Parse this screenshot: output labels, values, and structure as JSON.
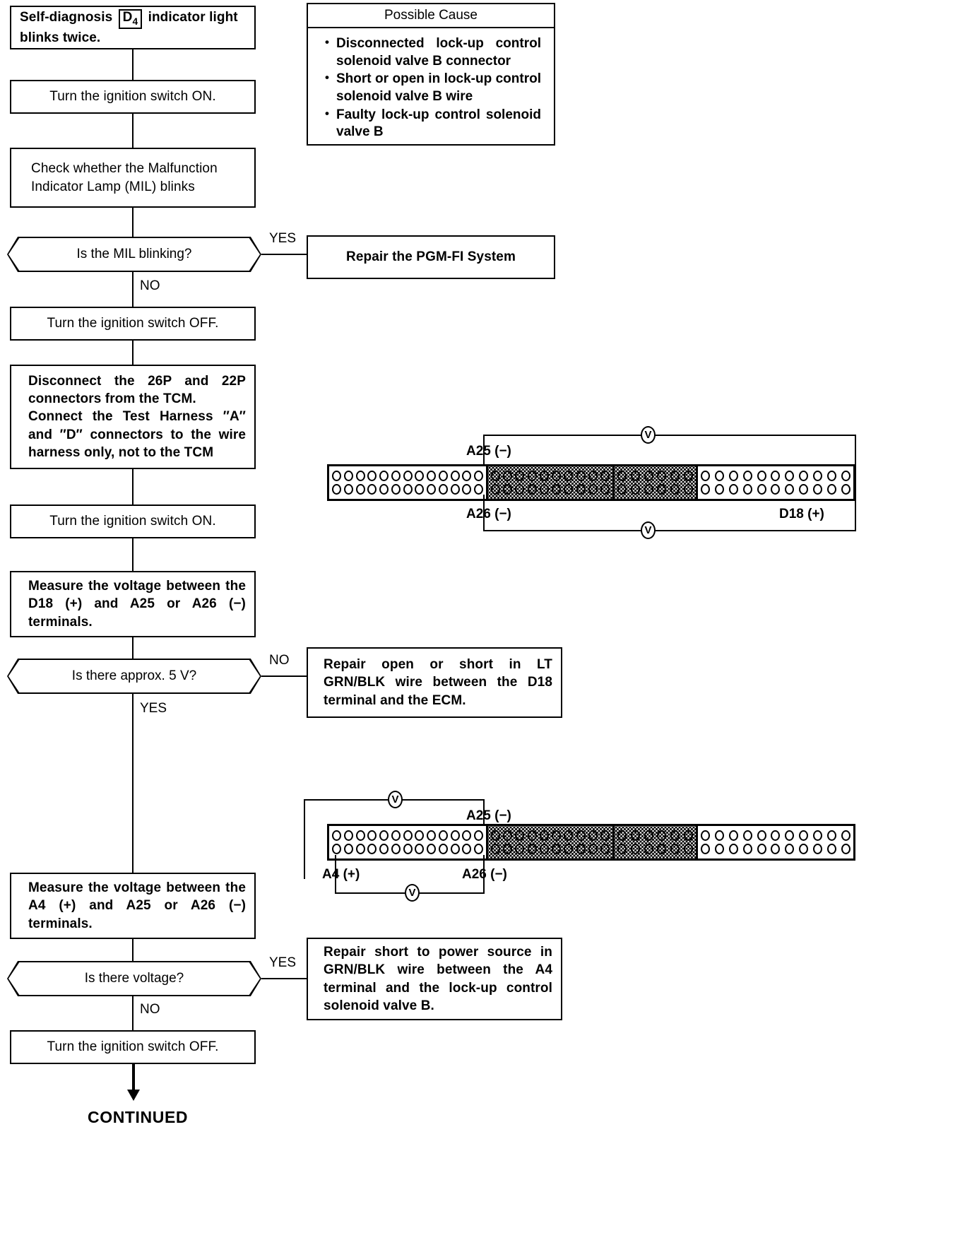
{
  "document": {
    "type": "troubleshooting-flowchart",
    "title": "Self-diagnosis D4 indicator light blinks twice"
  },
  "possible_cause": {
    "heading": "Possible Cause",
    "items": [
      "Disconnected lock-up control solenoid valve B connector",
      "Short or open in lock-up control solenoid valve B wire",
      "Faulty lock-up control solenoid valve B"
    ]
  },
  "steps": {
    "start_prefix": "Self-diagnosis",
    "start_chip": "D",
    "start_chip_sub": "4",
    "start_suffix": "indicator light blinks twice.",
    "ign_on_1": "Turn the ignition switch ON.",
    "check_mil": "Check whether the Malfunction Indicator Lamp (MIL) blinks",
    "ign_off_1": "Turn the ignition switch OFF.",
    "disconnect": "Disconnect the 26P and 22P connectors from the TCM.\nConnect the Test Harness ″A″ and ″D″ connectors to the wire harness only, not to the TCM",
    "ign_on_2": "Turn the ignition switch ON.",
    "measure_d18": "Measure the voltage between the D18 (+) and A25 or A26 (−) terminals.",
    "measure_a4": "Measure the voltage between the A4 (+) and A25 or A26 (−) terminals.",
    "ign_off_2": "Turn the ignition switch OFF.",
    "continued": "CONTINUED"
  },
  "decisions": {
    "mil_blinking": "Is the MIL blinking?",
    "approx_5v": "Is there approx. 5 V?",
    "is_there_voltage": "Is there voltage?"
  },
  "branch_labels": {
    "yes": "YES",
    "no": "NO"
  },
  "results": {
    "repair_pgmfi": "Repair the PGM-FI System",
    "repair_ltgrn": "Repair open or short in LT GRN/BLK wire between the D18 terminal and the ECM.",
    "repair_grnblk": "Repair short to power source in GRN/BLK wire between the A4 terminal and the lock-up control solenoid valve B."
  },
  "connector_top": {
    "terminal_a25": "A25 (−)",
    "terminal_a26": "A26 (−)",
    "terminal_d18": "D18 (+)",
    "meter_symbol": "V",
    "segments": [
      {
        "pins_per_row": 13,
        "shaded": false
      },
      {
        "pins_per_row": 10,
        "shaded": true
      },
      {
        "pins_per_row": 6,
        "shaded": true
      },
      {
        "pins_per_row": 11,
        "shaded": false
      }
    ]
  },
  "connector_bottom": {
    "terminal_a25": "A25 (−)",
    "terminal_a26": "A26 (−)",
    "terminal_a4": "A4 (+)",
    "meter_symbol": "V",
    "segments": [
      {
        "pins_per_row": 13,
        "shaded": false
      },
      {
        "pins_per_row": 10,
        "shaded": true
      },
      {
        "pins_per_row": 6,
        "shaded": true
      },
      {
        "pins_per_row": 11,
        "shaded": false
      }
    ]
  },
  "colors": {
    "line": "#000000",
    "background": "#ffffff"
  }
}
